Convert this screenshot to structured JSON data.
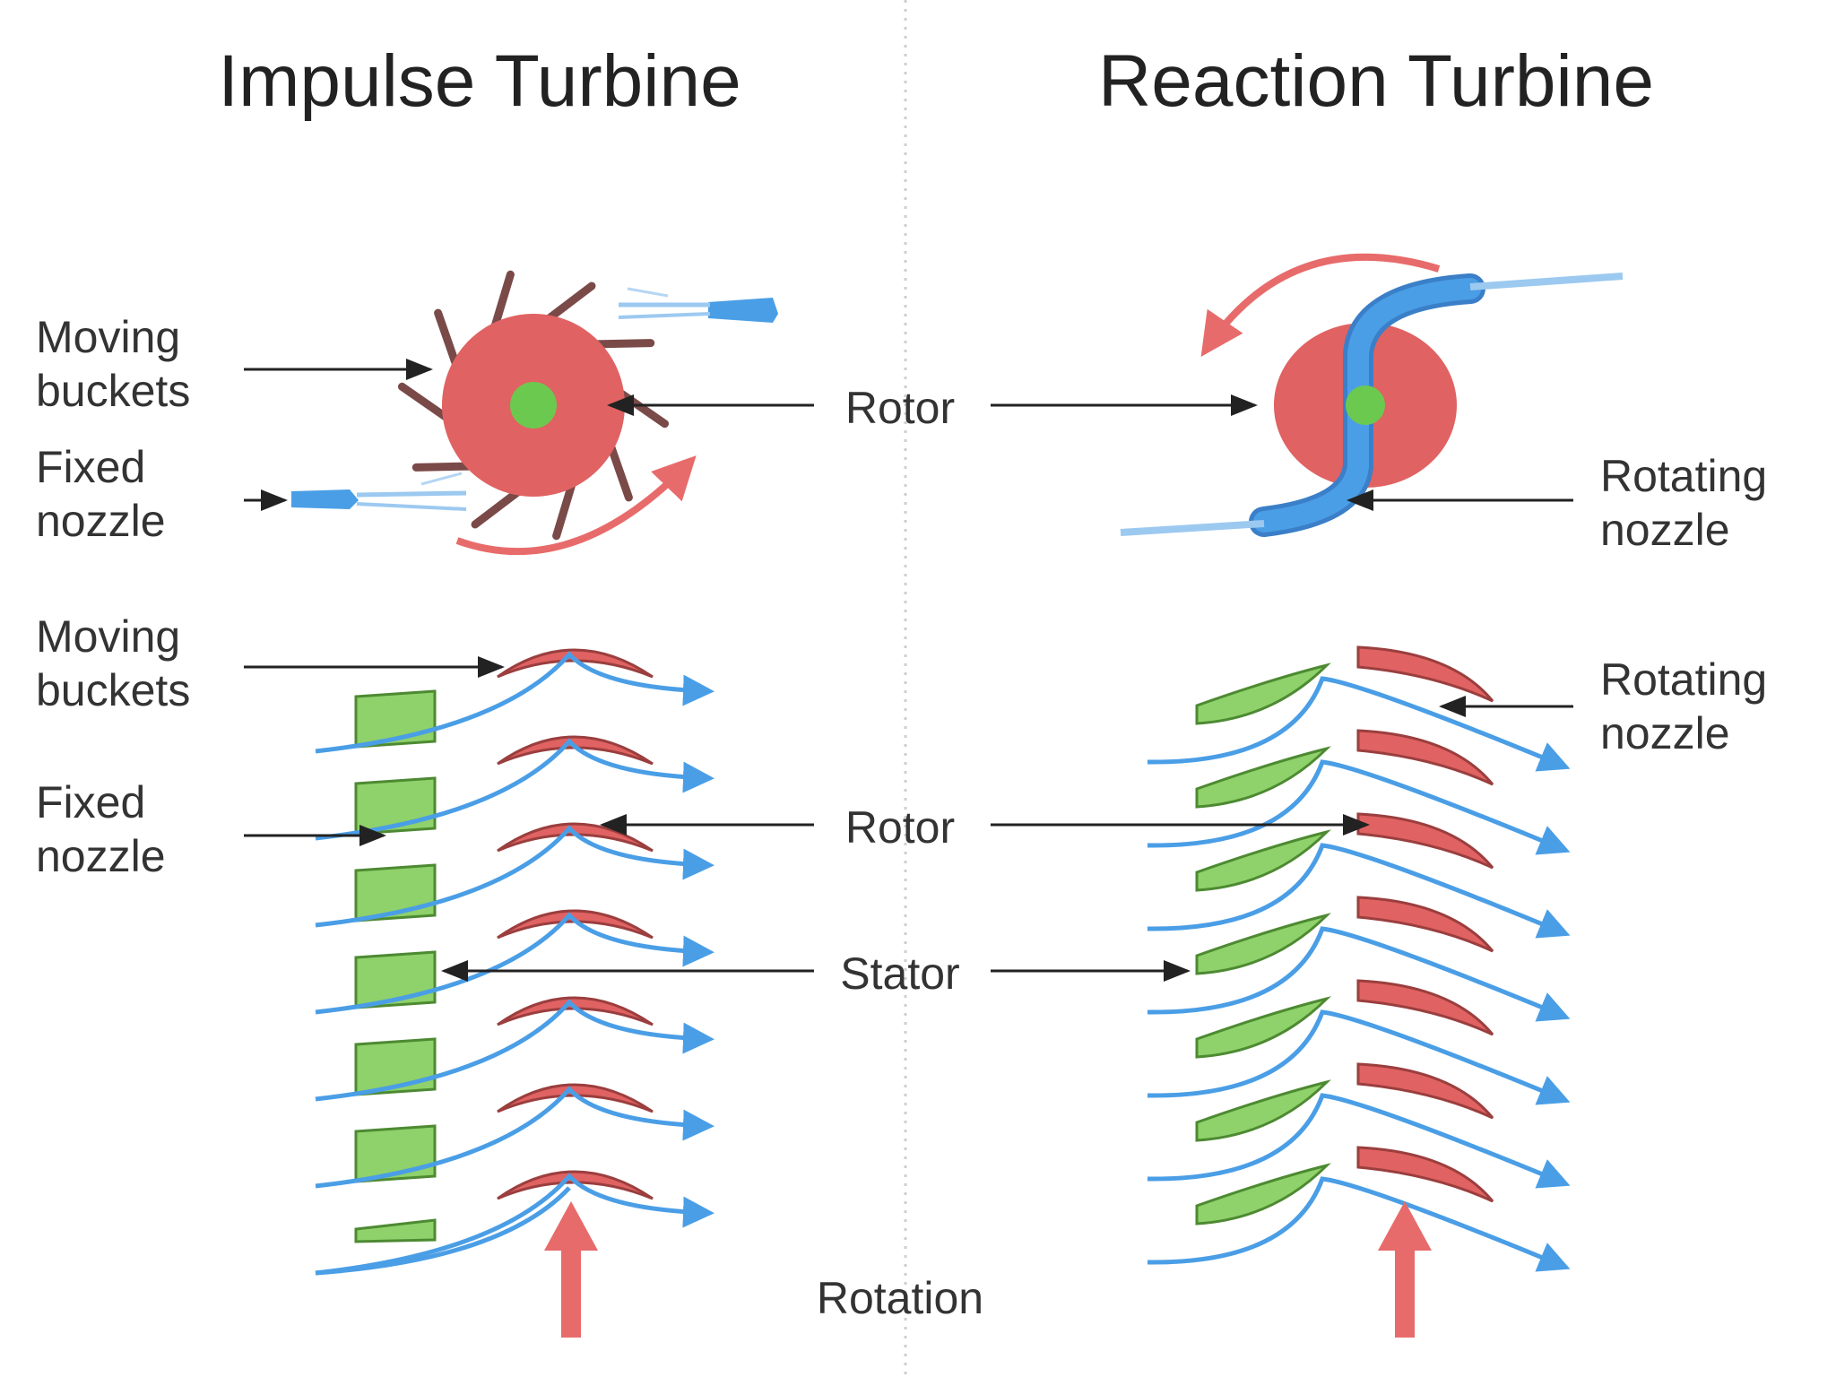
{
  "titles": {
    "left": "Impulse Turbine",
    "right": "Reaction Turbine"
  },
  "left_labels": {
    "moving_buckets_1": [
      "Moving",
      "buckets"
    ],
    "fixed_nozzle_1": [
      "Fixed",
      "nozzle"
    ],
    "moving_buckets_2": [
      "Moving",
      "buckets"
    ],
    "fixed_nozzle_2": [
      "Fixed",
      "nozzle"
    ]
  },
  "right_labels": {
    "rotating_nozzle_1": [
      "Rotating",
      "nozzle"
    ],
    "rotating_nozzle_2": [
      "Rotating",
      "nozzle"
    ]
  },
  "center_labels": {
    "rotor_top": "Rotor",
    "rotor_bottom": "Rotor",
    "stator": "Stator",
    "rotation": "Rotation"
  },
  "colors": {
    "rotor": "#e06262",
    "hub": "#6cc94f",
    "nozzle": "#4a9ee6",
    "flow": "#4a9ee6",
    "stator": "#8fd16a",
    "rotation_arrow": "#e86b6b",
    "pointer": "#222222"
  },
  "icons": {
    "impulse_rotor": "spiked-wheel-icon",
    "reaction_rotor": "s-nozzle-wheel-icon",
    "rotation": "up-arrow-icon"
  }
}
